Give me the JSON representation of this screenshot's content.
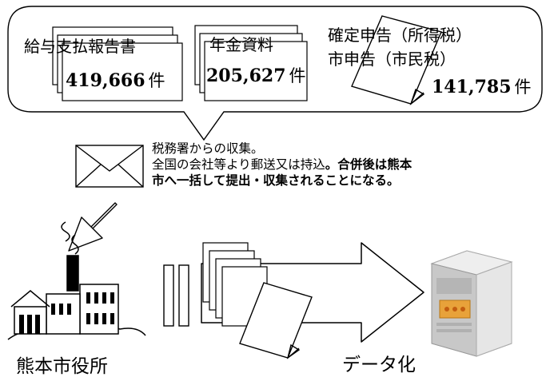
{
  "documents": [
    {
      "label": "給与支払報告書",
      "count": "419,666",
      "unit": "件"
    },
    {
      "label": "年金資料",
      "count": "205,627",
      "unit": "件"
    },
    {
      "label_line1": "確定申告（所得税）",
      "label_line2": "市申告（市民税）",
      "count": "141,785",
      "unit": "件"
    }
  ],
  "note": {
    "line1": "税務署からの収集。",
    "line2_plain": "全国の会社等より郵送又は持込",
    "line2_bold": "。合併後は熊本",
    "line3_bold": "市へ一括して提出・収集されることになる。"
  },
  "city_hall_label": "熊本市役所",
  "digitize_label": "データ化",
  "icons": [
    "envelope-icon",
    "city-hall-icon",
    "server-icon",
    "document-icon"
  ]
}
